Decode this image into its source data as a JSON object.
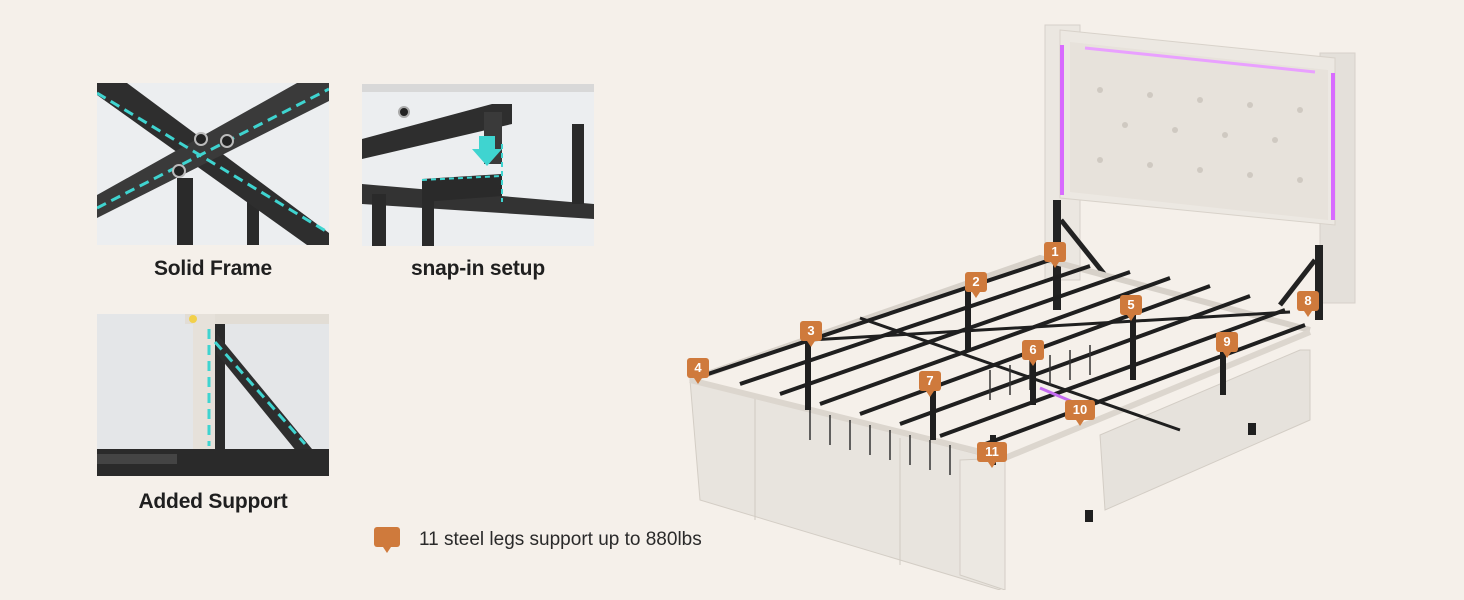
{
  "features": [
    {
      "caption": "Solid Frame"
    },
    {
      "caption": "snap-in setup"
    },
    {
      "caption": "Added Support"
    }
  ],
  "legend": {
    "text": "11 steel legs support up to 880lbs"
  },
  "legs": [
    {
      "label": "1"
    },
    {
      "label": "2"
    },
    {
      "label": "3"
    },
    {
      "label": "4"
    },
    {
      "label": "5"
    },
    {
      "label": "6"
    },
    {
      "label": "7"
    },
    {
      "label": "8"
    },
    {
      "label": "9"
    },
    {
      "label": "10"
    },
    {
      "label": "11"
    }
  ],
  "colors": {
    "background": "#f5f0ea",
    "accent_tag": "#cf7a3c",
    "highlight": "#3fd4d0",
    "led": "#d86cff",
    "upholstery": "#e9e5df",
    "steel": "#262626"
  }
}
